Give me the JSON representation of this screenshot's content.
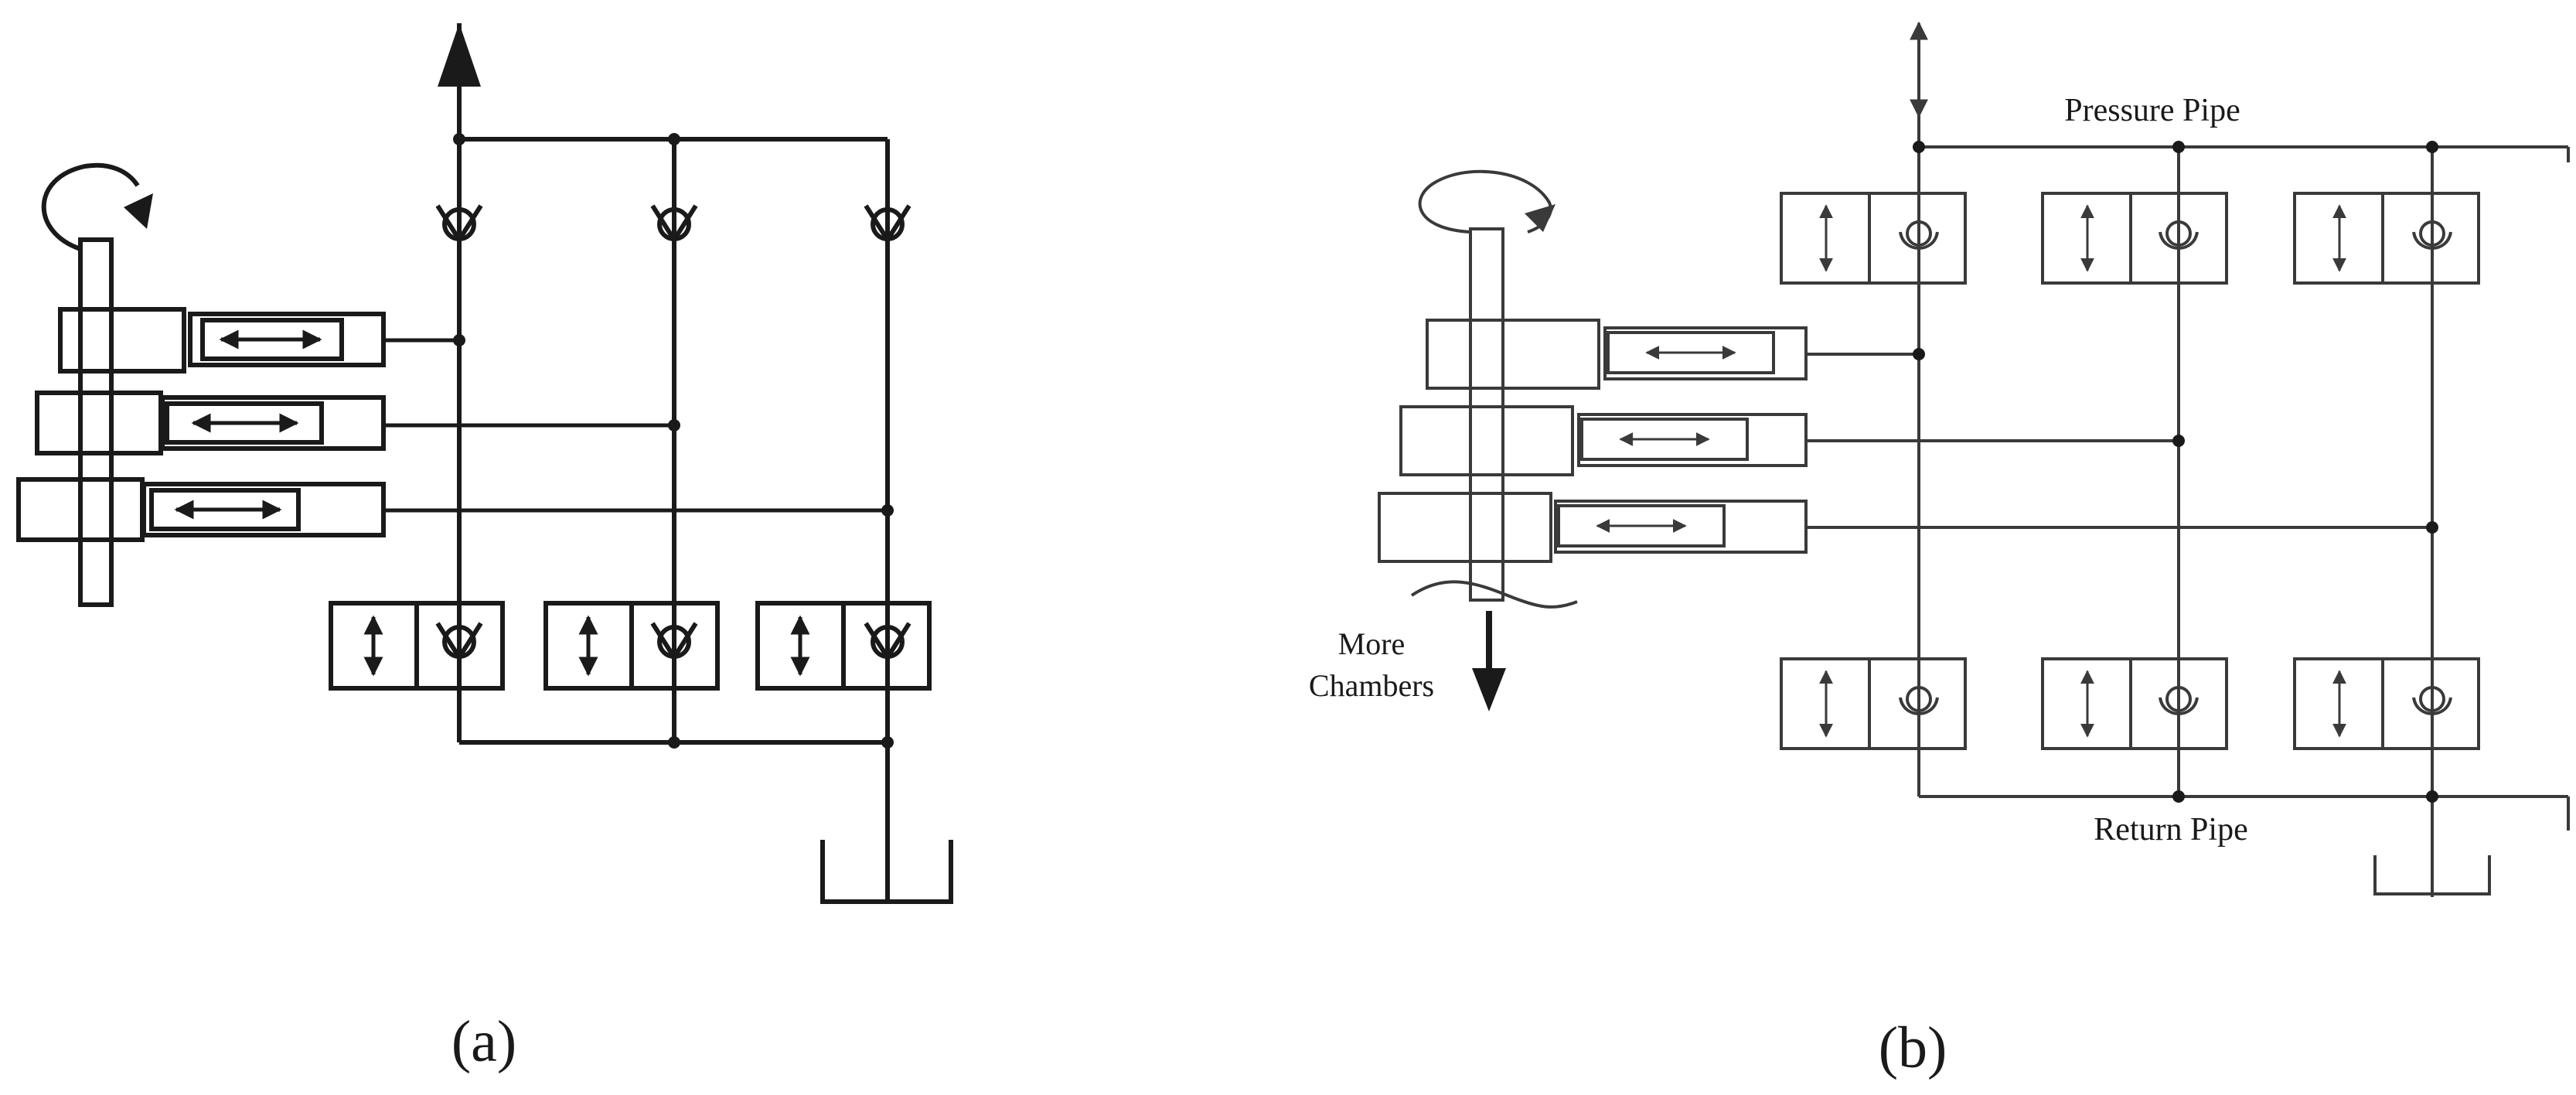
{
  "panels": {
    "a": {
      "caption": "(a)"
    },
    "b": {
      "caption": "(b)",
      "labels": {
        "pressure_pipe": "Pressure Pipe",
        "return_pipe": "Return Pipe",
        "more_line1": "More",
        "more_line2": "Chambers"
      }
    }
  },
  "colors": {
    "ink": "#1a1a1a",
    "thin_ink": "#3a3a3a",
    "background": "#ffffff"
  }
}
